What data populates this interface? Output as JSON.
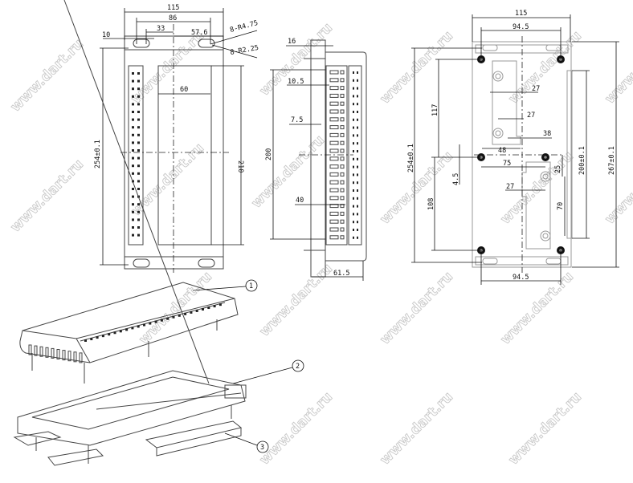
{
  "watermark": "www.dart.ru",
  "front_view": {
    "dim_width": "115",
    "dim_slot_span": "86",
    "dim_33": "33",
    "dim_57_6": "57.6",
    "dim_10": "10",
    "callout_r475": "8-R4.75",
    "callout_r225": "8-R2.25",
    "dim_60": "60",
    "dim_height": "254±0.1",
    "dim_210": "210"
  },
  "side_view": {
    "dim_16": "16",
    "dim_10_5": "10.5",
    "dim_7_5": "7.5",
    "dim_200": "200",
    "dim_40": "40",
    "dim_depth": "61.5"
  },
  "rear_view": {
    "dim_width": "115",
    "dim_top_holes": "94.5",
    "dim_bottom_holes": "94.5",
    "dim_height": "254±0.1",
    "dim_117": "117",
    "dim_108": "108",
    "dim_4_5": "4.5",
    "dim_27a": "27",
    "dim_27b": "27",
    "dim_38": "38",
    "dim_48": "48",
    "dim_75": "75",
    "dim_27c": "27",
    "dim_25": "25",
    "dim_70": "70",
    "dim_rail": "200±0.1",
    "dim_total": "267±0.1"
  },
  "exploded_view": {
    "callouts": [
      "1",
      "2",
      "3"
    ]
  }
}
